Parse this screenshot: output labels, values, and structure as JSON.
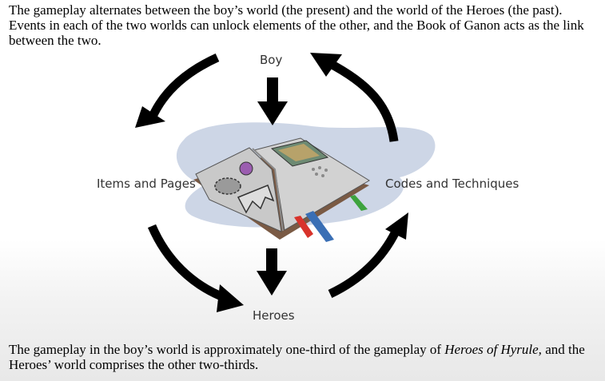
{
  "intro_text": "The gameplay alternates between the boy’s world (the present) and the world of the Heroes (the past). Events in each of the two worlds can unlock elements of the other, and the Book of Ganon acts as the link between the two.",
  "outro": {
    "before": "The gameplay in the boy’s world is approximately one-third of the gameplay of ",
    "title": "Heroes of Hyrule,",
    "after": " and the Heroes’ world comprises the other two-thirds."
  },
  "diagram": {
    "label_top": "Boy",
    "label_left": "Items and Pages",
    "label_right": "Codes and Techniques",
    "label_bottom": "Heroes",
    "icons": {
      "book": "open-book-icon",
      "arrows": "curved-arrow-icon"
    },
    "colors": {
      "arrow": "#000000",
      "shadow": "#c4cfe2",
      "book_cover": "#7a5a44",
      "page": "#c9c9c9",
      "ribbon_red": "#d8332b",
      "ribbon_blue": "#3a6fb5",
      "ribbon_green": "#3da33d",
      "blob_purple": "#9b5db0"
    }
  }
}
